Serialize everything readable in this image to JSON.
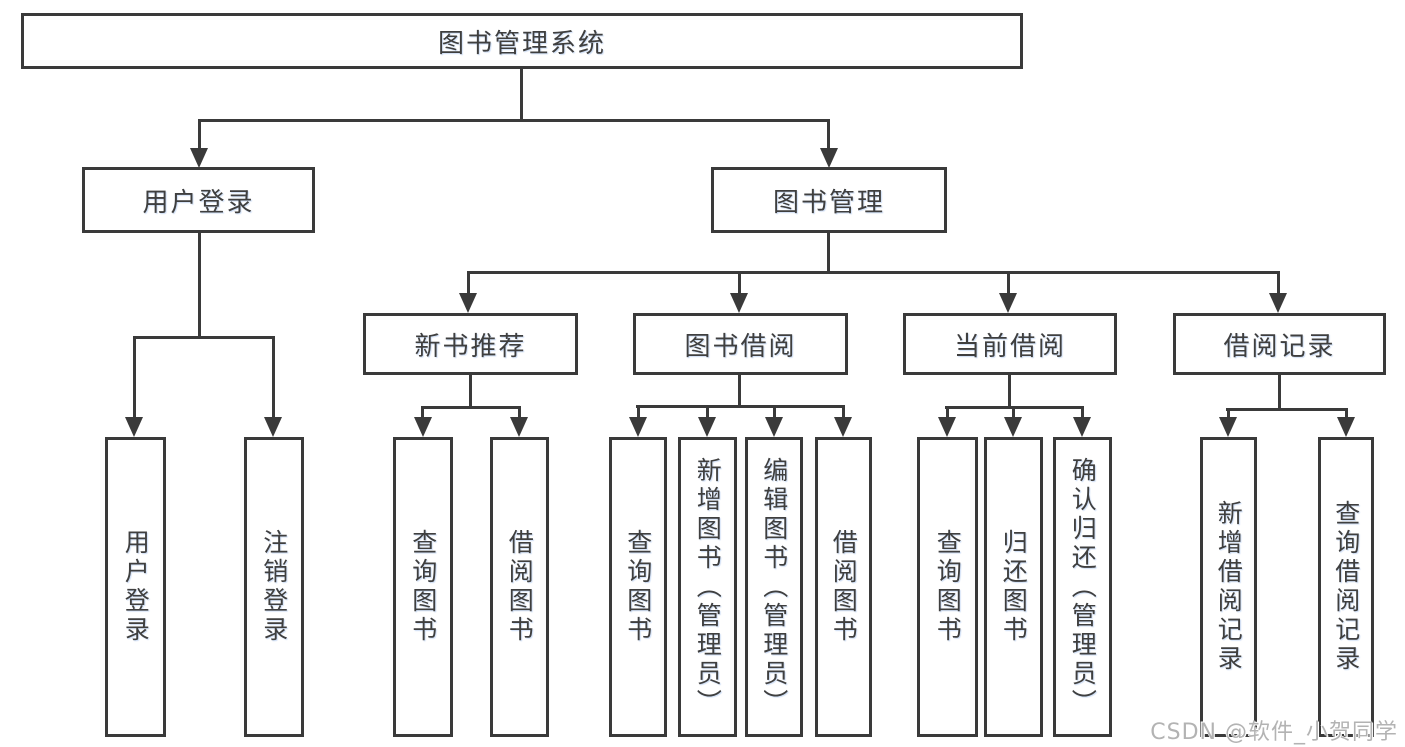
{
  "title": "图书管理系统",
  "watermark": "CSDN @软件_小贺同学",
  "colors": {
    "line": "#3a3a3a",
    "text": "#3f3f3f",
    "watermark": "#b3b3b3",
    "background": "#ffffff"
  },
  "nodes": {
    "root": "图书管理系统",
    "user_login": "用户登录",
    "book_mgmt": "图书管理",
    "new_book_rec": "新书推荐",
    "book_borrow": "图书借阅",
    "current_borrow": "当前借阅",
    "borrow_records": "借阅记录",
    "user_login_leaf": "用户登录",
    "logout_leaf": "注销登录",
    "nbr_query_books": "查询图书",
    "nbr_borrow_books": "借阅图书",
    "bb_query_books": "查询图书",
    "bb_add_books": "新增图书（管理员）",
    "bb_edit_books": "编辑图书（管理员）",
    "bb_borrow_books": "借阅图书",
    "cb_query_books": "查询图书",
    "cb_return_books": "归还图书",
    "cb_confirm_return": "确认归还（管理员）",
    "br_add_record": "新增借阅记录",
    "br_query_record": "查询借阅记录"
  }
}
